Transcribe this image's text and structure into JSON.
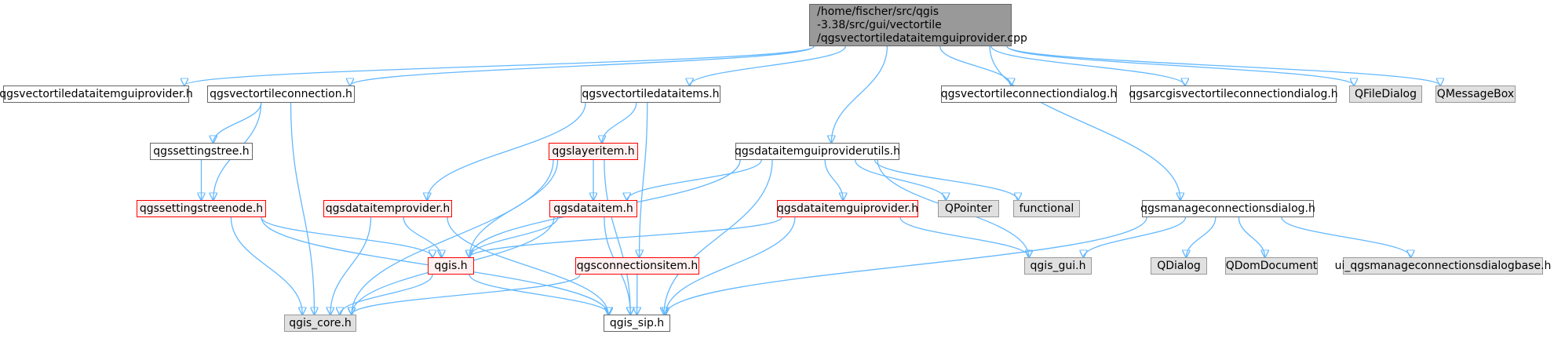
{
  "colors": {
    "edge": "#63b8ff",
    "root_fill": "#999999",
    "plain_border": "#666666",
    "plain_fill": "#ffffff",
    "red_border": "#ff0000",
    "red_fill": "#fff0f0",
    "gray_fill": "#e0e0e0",
    "gray_border": "#999999"
  },
  "nodes": {
    "root": {
      "label": "/home/fischer/src/qgis\n-3.38/src/gui/vectortile\n/qgsvectortiledataitemguiprovider.cpp",
      "style": "root"
    },
    "vtdigp_h": {
      "label": "qgsvectortiledataitemguiprovider.h",
      "style": "plain"
    },
    "vtconn_h": {
      "label": "qgsvectortileconnection.h",
      "style": "plain"
    },
    "vtdataitems_h": {
      "label": "qgsvectortiledataitems.h",
      "style": "plain"
    },
    "dataitemguiutils_h": {
      "label": "qgsdataitemguiproviderutils.h",
      "style": "plain"
    },
    "vtconndialog_h": {
      "label": "qgsvectortileconnectiondialog.h",
      "style": "plain"
    },
    "arcgisvtconndialog_h": {
      "label": "qgsarcgisvectortileconnectiondialog.h",
      "style": "plain"
    },
    "qfiledialog": {
      "label": "QFileDialog",
      "style": "gray"
    },
    "qmessagebox": {
      "label": "QMessageBox",
      "style": "gray"
    },
    "settingstree_h": {
      "label": "qgssettingstree.h",
      "style": "plain"
    },
    "layeritem_h": {
      "label": "qgslayeritem.h",
      "style": "red"
    },
    "settingstreenode_h": {
      "label": "qgssettingstreenode.h",
      "style": "red"
    },
    "dataitemprovider_h": {
      "label": "qgsdataitemprovider.h",
      "style": "red"
    },
    "dataitem_h": {
      "label": "qgsdataitem.h",
      "style": "red"
    },
    "dataitemguiprovider_h": {
      "label": "qgsdataitemguiprovider.h",
      "style": "red"
    },
    "qpointer": {
      "label": "QPointer",
      "style": "gray"
    },
    "functional": {
      "label": "functional",
      "style": "gray"
    },
    "manageconndialog_h": {
      "label": "qgsmanageconnectionsdialog.h",
      "style": "plain"
    },
    "qgis_h": {
      "label": "qgis.h",
      "style": "red"
    },
    "connectionsitem_h": {
      "label": "qgsconnectionsitem.h",
      "style": "red"
    },
    "qgis_gui_h": {
      "label": "qgis_gui.h",
      "style": "gray"
    },
    "qdialog": {
      "label": "QDialog",
      "style": "gray"
    },
    "qdomdocument": {
      "label": "QDomDocument",
      "style": "gray"
    },
    "ui_manageconn_h": {
      "label": "ui_qgsmanageconnectionsdialogbase.h",
      "style": "gray"
    },
    "qgis_core_h": {
      "label": "qgis_core.h",
      "style": "gray"
    },
    "qgis_sip_h": {
      "label": "qgis_sip.h",
      "style": "plain"
    }
  }
}
